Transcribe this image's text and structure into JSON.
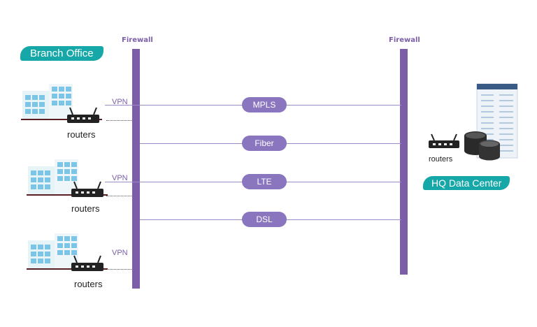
{
  "firewalls": {
    "left_label": "Firewall",
    "right_label": "Firewall",
    "color": "#7b5ea7"
  },
  "branch": {
    "title": "Branch Office",
    "vpn_label": "VPN",
    "router_caption": "routers"
  },
  "links": [
    "MPLS",
    "Fiber",
    "LTE",
    "DSL"
  ],
  "hq": {
    "title": "HQ Data Center",
    "router_caption": "routers"
  },
  "colors": {
    "teal": "#16a8a8",
    "pill": "#8a76bf",
    "line": "#9a8ac7"
  },
  "icons": [
    "building-icon",
    "router-icon",
    "database-icon",
    "server-rack-icon"
  ]
}
